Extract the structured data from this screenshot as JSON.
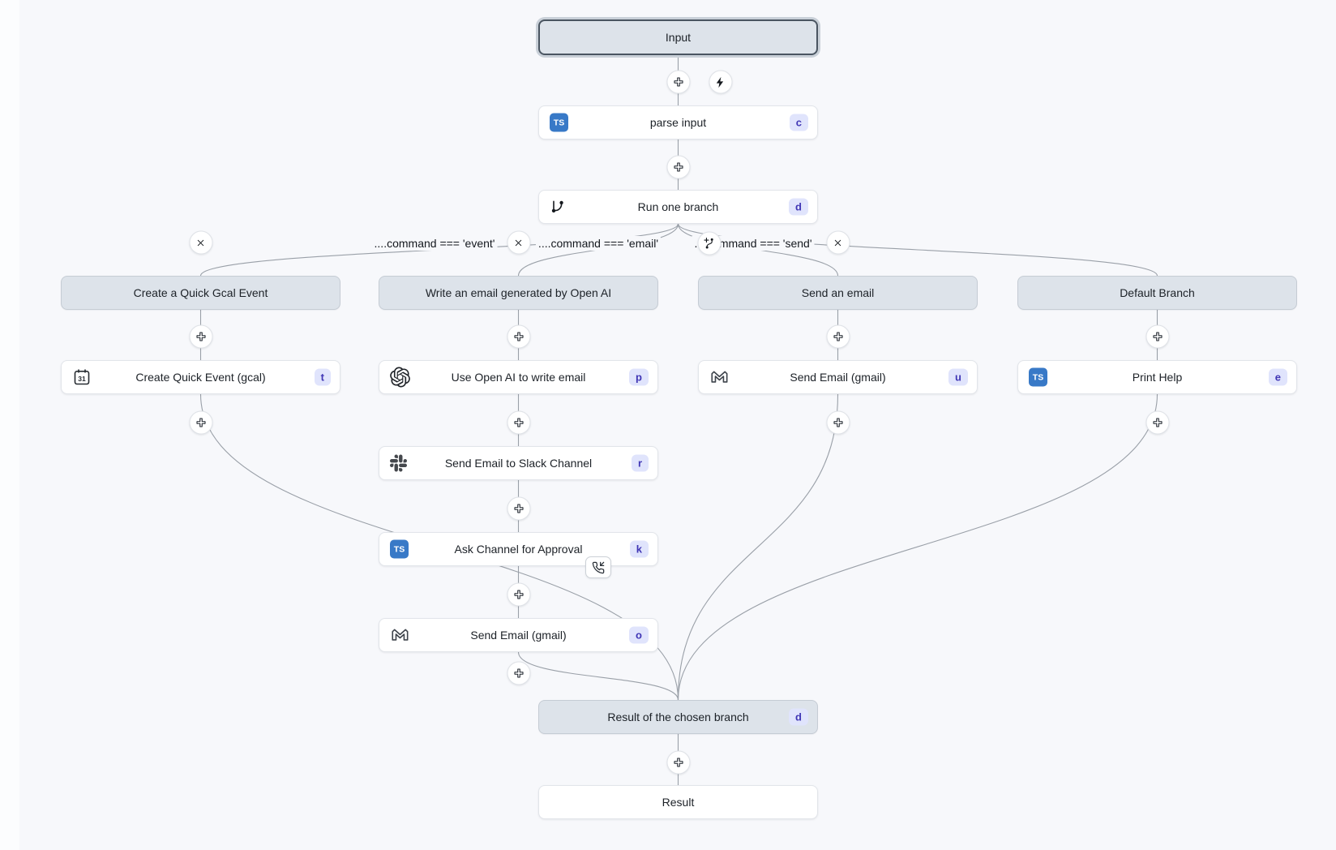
{
  "page": {
    "background": "#f7f8fb",
    "edge_color": "#9aa0a8"
  },
  "icons": {
    "ts_label": "TS"
  },
  "colors": {
    "badge_bg": "#e0e4fc",
    "badge_text": "#4036b5",
    "virtual_node_bg": "#dde3ea",
    "node_bg": "#ffffff",
    "typescript_blue": "#3879c7",
    "selected_border": "#4a5561"
  },
  "nodes": {
    "input": {
      "label": "Input"
    },
    "parse_input": {
      "label": "parse input",
      "badge": "c",
      "icon": "typescript-icon"
    },
    "run_one_branch": {
      "label": "Run one branch",
      "badge": "d",
      "icon": "git-branch-icon"
    },
    "result_chosen": {
      "label": "Result of the chosen branch",
      "badge": "d"
    },
    "result": {
      "label": "Result"
    }
  },
  "branches": {
    "gcal": {
      "header": "Create a Quick Gcal Event",
      "condition": "....command === 'event'"
    },
    "email": {
      "header": "Write an email generated by Open AI",
      "condition": "....command === 'email'"
    },
    "send": {
      "header": "Send an email",
      "condition": "....command === 'send'"
    },
    "default": {
      "header": "Default Branch"
    }
  },
  "steps": {
    "gcal_create": {
      "label": "Create Quick Event (gcal)",
      "badge": "t",
      "icon": "calendar-31-icon"
    },
    "openai_write": {
      "label": "Use Open AI to write email",
      "badge": "p",
      "icon": "openai-icon"
    },
    "slack_send": {
      "label": "Send Email to Slack Channel",
      "badge": "r",
      "icon": "slack-icon"
    },
    "ask_approval": {
      "label": "Ask Channel for Approval",
      "badge": "k",
      "icon": "typescript-icon"
    },
    "gmail_email_branch": {
      "label": "Send Email (gmail)",
      "badge": "o",
      "icon": "gmail-icon"
    },
    "gmail_send_branch": {
      "label": "Send Email (gmail)",
      "badge": "u",
      "icon": "gmail-icon"
    },
    "print_help": {
      "label": "Print Help",
      "badge": "e",
      "icon": "typescript-icon"
    }
  }
}
